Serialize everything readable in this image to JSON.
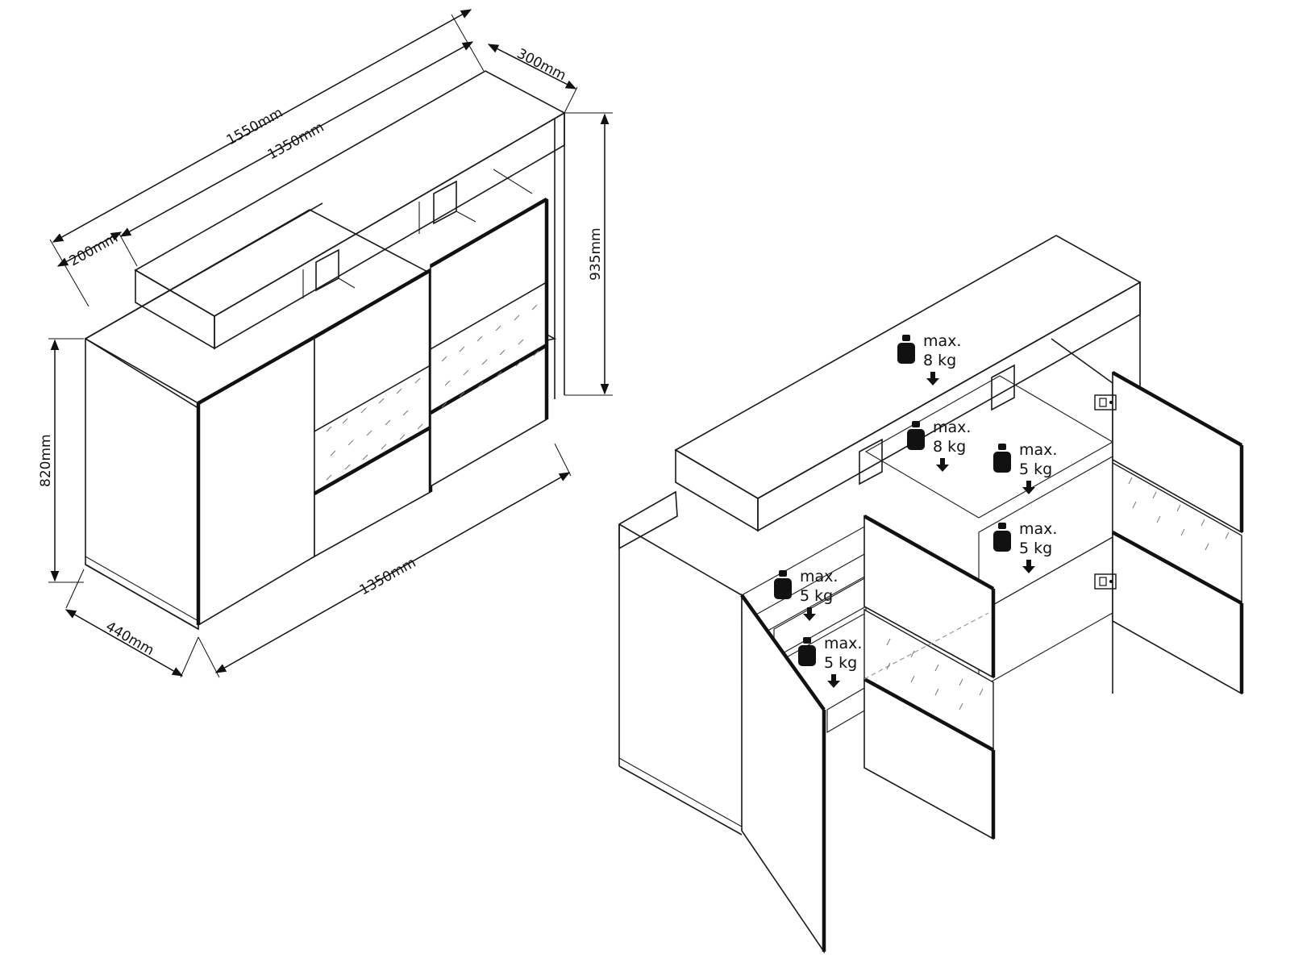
{
  "figure": {
    "left_view": {
      "dimensions": {
        "overall_width_top": "1550mm",
        "inner_width_top": "1350mm",
        "top_depth": "300mm",
        "overhang": "200mm",
        "total_height": "935mm",
        "body_height": "820mm",
        "body_depth": "440mm",
        "body_width": "1350mm"
      }
    },
    "right_view": {
      "loads": [
        {
          "label": "max.",
          "value": "8 kg"
        },
        {
          "label": "max.",
          "value": "8 kg"
        },
        {
          "label": "max.",
          "value": "5 kg"
        },
        {
          "label": "max.",
          "value": "5 kg"
        },
        {
          "label": "max.",
          "value": "5 kg"
        },
        {
          "label": "max.",
          "value": "5 kg"
        }
      ]
    }
  },
  "icons": {
    "weight": "weight-icon",
    "arrow": "arrow-down-icon",
    "hinge": "hinge-icon"
  }
}
